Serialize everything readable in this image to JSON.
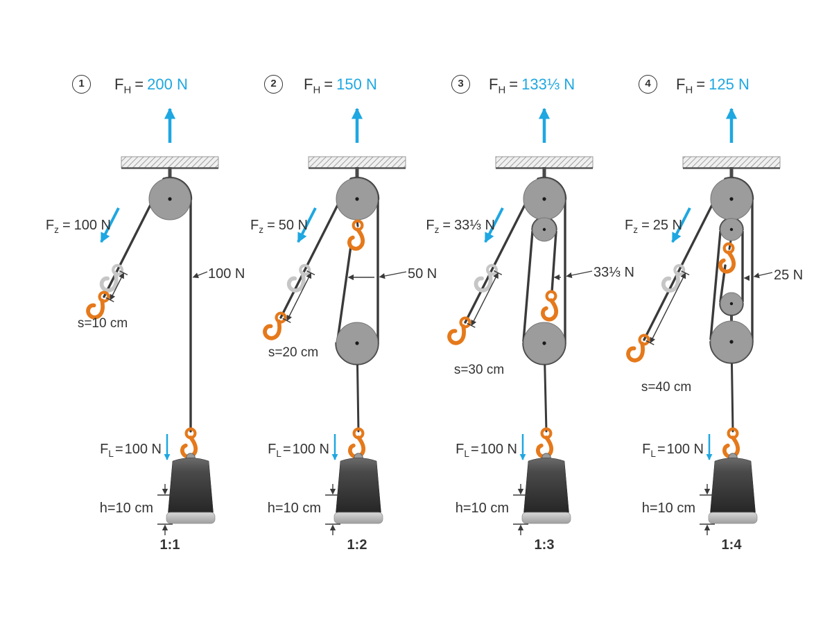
{
  "colors": {
    "accent": "#1ea7e1",
    "rope": "#3a3a3a",
    "pulley": "#9c9c9c",
    "hook": "#e5791b",
    "ghost_hook": "#c6c6c6"
  },
  "panels": [
    {
      "number": "1",
      "fh": {
        "f": "F",
        "sub": "H",
        "eq": "=",
        "value": "200 N"
      },
      "fz": {
        "f": "F",
        "sub": "z",
        "eq": "=",
        "value": "100 N"
      },
      "tension": "100 N",
      "s": "s=10 cm",
      "fl": {
        "f": "F",
        "sub": "L",
        "eq": "=",
        "value": "100 N"
      },
      "h": "h=10 cm",
      "ratio": "1:1"
    },
    {
      "number": "2",
      "fh": {
        "f": "F",
        "sub": "H",
        "eq": "=",
        "value": "150 N"
      },
      "fz": {
        "f": "F",
        "sub": "z",
        "eq": "=",
        "value": "50 N"
      },
      "tension": "50 N",
      "s": "s=20 cm",
      "fl": {
        "f": "F",
        "sub": "L",
        "eq": "=",
        "value": "100 N"
      },
      "h": "h=10 cm",
      "ratio": "1:2"
    },
    {
      "number": "3",
      "fh": {
        "f": "F",
        "sub": "H",
        "eq": "=",
        "value": "133⅓ N"
      },
      "fz": {
        "f": "F",
        "sub": "z",
        "eq": "=",
        "value": "33⅓ N"
      },
      "tension": "33⅓ N",
      "s": "s=30 cm",
      "fl": {
        "f": "F",
        "sub": "L",
        "eq": "=",
        "value": "100 N"
      },
      "h": "h=10 cm",
      "ratio": "1:3"
    },
    {
      "number": "4",
      "fh": {
        "f": "F",
        "sub": "H",
        "eq": "=",
        "value": "125 N"
      },
      "fz": {
        "f": "F",
        "sub": "z",
        "eq": "=",
        "value": "25 N"
      },
      "tension": "25 N",
      "s": "s=40 cm",
      "fl": {
        "f": "F",
        "sub": "L",
        "eq": "=",
        "value": "100 N"
      },
      "h": "h=10 cm",
      "ratio": "1:4"
    }
  ]
}
